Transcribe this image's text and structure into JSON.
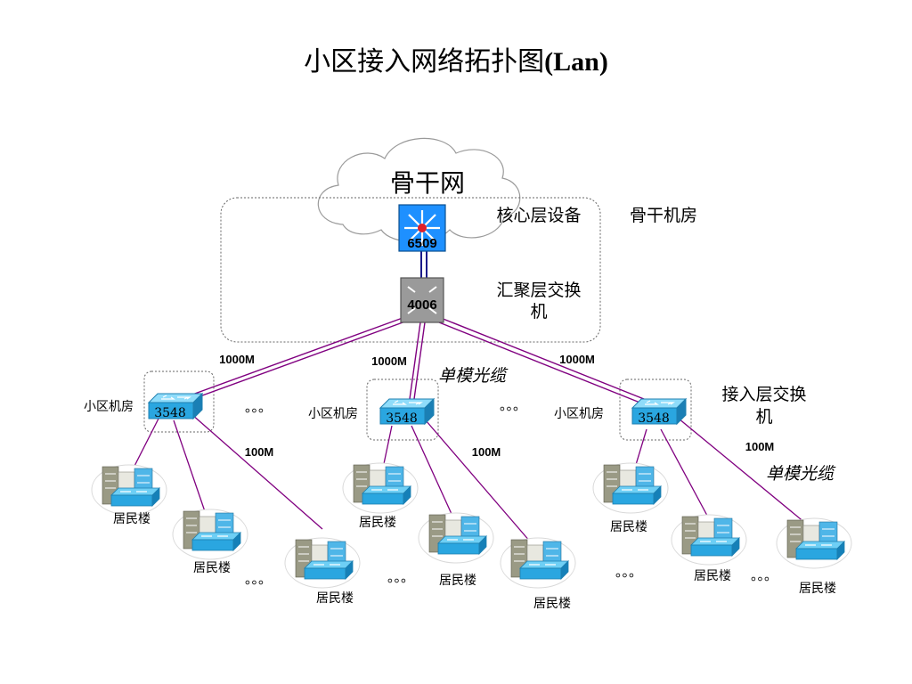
{
  "title": {
    "main": "小区接入网络拓扑图",
    "suffix": "(Lan)"
  },
  "cloud": {
    "label": "骨干网"
  },
  "backbone_room": {
    "label": "骨干机房",
    "core_label": "核心层设备",
    "agg_label_line1": "汇聚层交换",
    "agg_label_line2": "机"
  },
  "devices": {
    "core_switch": "6509",
    "agg_switch": "4006",
    "access_switch": "3548"
  },
  "access_label_line1": "接入层交换",
  "access_label_line2": "机",
  "community_room": "小区机房",
  "cable_type": "单模光缆",
  "links": {
    "uplink": "1000M",
    "downlink": "100M"
  },
  "building": "居民楼",
  "ellipsis": "。。。",
  "colors": {
    "link": "#800080",
    "core": "#1e90ff",
    "switch": "#2aa6e0",
    "agg": "#8c8c8c"
  }
}
